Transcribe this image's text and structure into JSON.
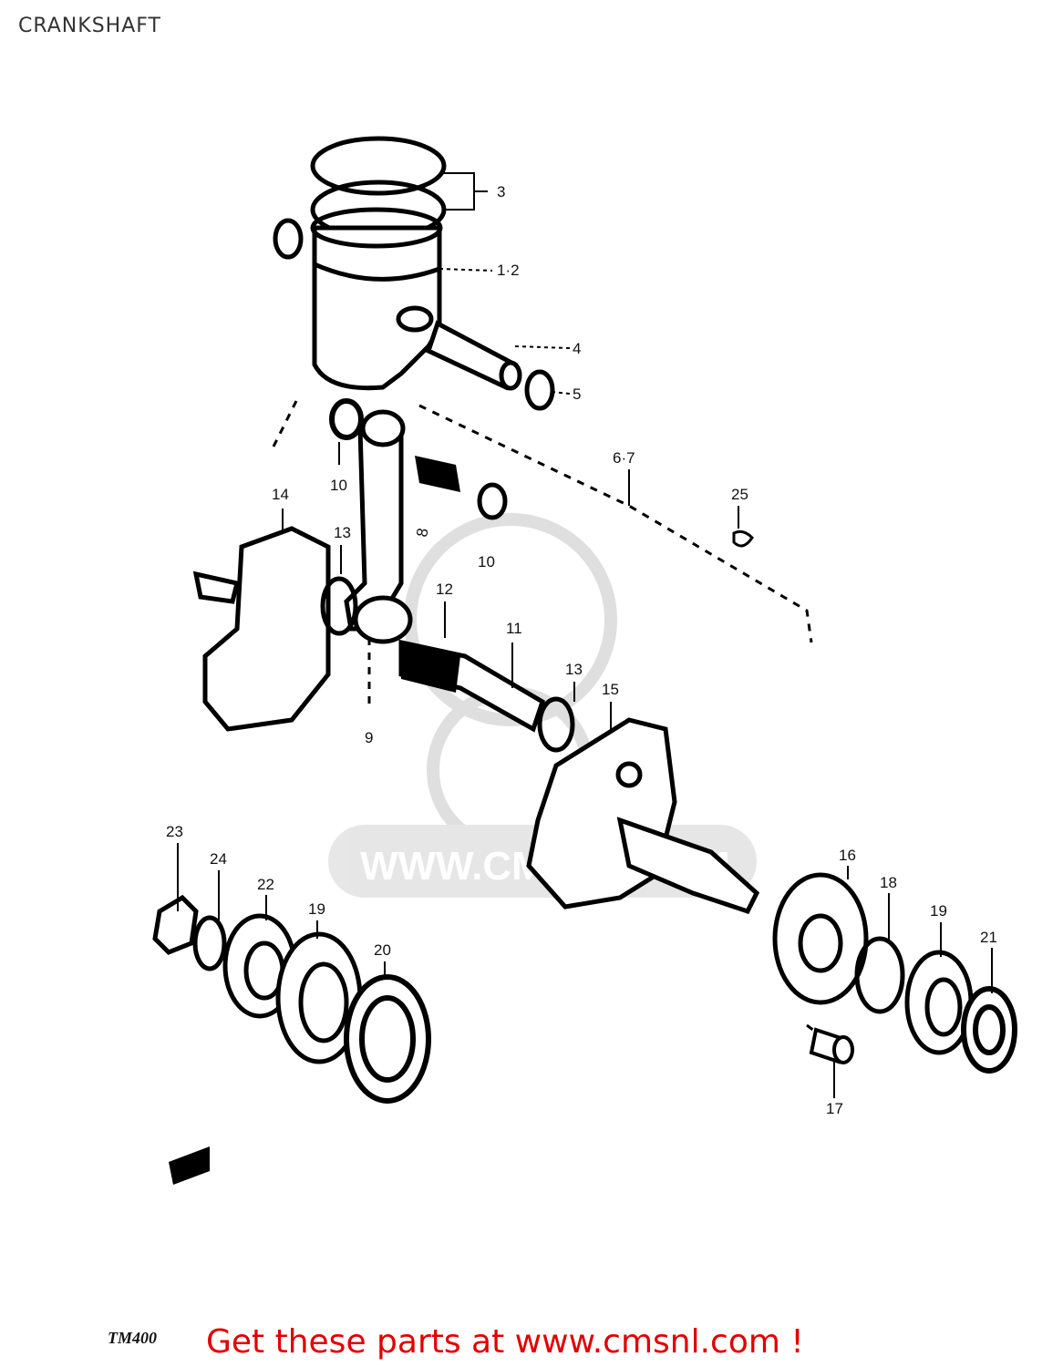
{
  "title": "CRANKSHAFT",
  "model_code": "TM400",
  "footer": {
    "text": "Get these parts at www.cmsnl.com !",
    "color": "#e00000"
  },
  "watermark": {
    "text": "WWW.CMSNL.COM",
    "logo": "cms-logo"
  },
  "callouts": {
    "c3": "3",
    "c1_2": "1·2",
    "c4": "4",
    "c5": "5",
    "c6_7": "6·7",
    "c25": "25",
    "c10a": "10",
    "c10b": "10",
    "c8": "8",
    "c14": "14",
    "c13a": "13",
    "c12": "12",
    "c11": "11",
    "c13b": "13",
    "c15": "15",
    "c9": "9",
    "c23": "23",
    "c24": "24",
    "c22": "22",
    "c19a": "19",
    "c20": "20",
    "c16": "16",
    "c18": "18",
    "c19b": "19",
    "c21": "21",
    "c17": "17"
  }
}
